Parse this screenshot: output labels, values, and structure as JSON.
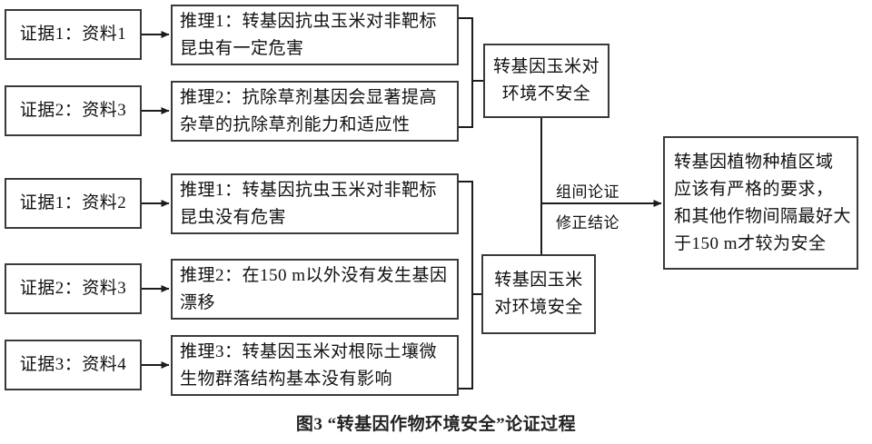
{
  "figure": {
    "caption": "图3  “转基因作物环境安全”论证过程",
    "stroke_color": "#3a3a3a",
    "text_color": "#111111",
    "background_color": "#ffffff"
  },
  "groups": [
    {
      "name": "unsafe-group",
      "verdict": {
        "lines": [
          "转基因玉米对",
          "环境不安全"
        ]
      },
      "rows": [
        {
          "evidence": "证据1：资料1",
          "reasoning": [
            "推理1：转基因抗虫玉米对非靶标",
            "昆虫有一定危害"
          ]
        },
        {
          "evidence": "证据2：资料3",
          "reasoning": [
            "推理2：抗除草剂基因会显著提高",
            "杂草的抗除草剂能力和适应性"
          ]
        }
      ]
    },
    {
      "name": "safe-group",
      "verdict": {
        "lines": [
          "转基因玉米",
          "对环境安全"
        ]
      },
      "rows": [
        {
          "evidence": "证据1：资料2",
          "reasoning": [
            "推理1：转基因抗虫玉米对非靶标",
            "昆虫没有危害"
          ]
        },
        {
          "evidence": "证据2：资料3",
          "reasoning": [
            "推理2：在150 m以外没有发生基因",
            "漂移"
          ]
        },
        {
          "evidence": "证据3：资料4",
          "reasoning": [
            "推理3：转基因玉米对根际土壤微",
            "生物群落结构基本没有影响"
          ]
        }
      ]
    }
  ],
  "edge": {
    "label_top": "组间论证",
    "label_bottom": "修正结论"
  },
  "conclusion": {
    "lines": [
      "转基因植物种植区域",
      "应该有严格的要求，",
      "和其他作物间隔最好大",
      "于150 m才较为安全"
    ]
  }
}
